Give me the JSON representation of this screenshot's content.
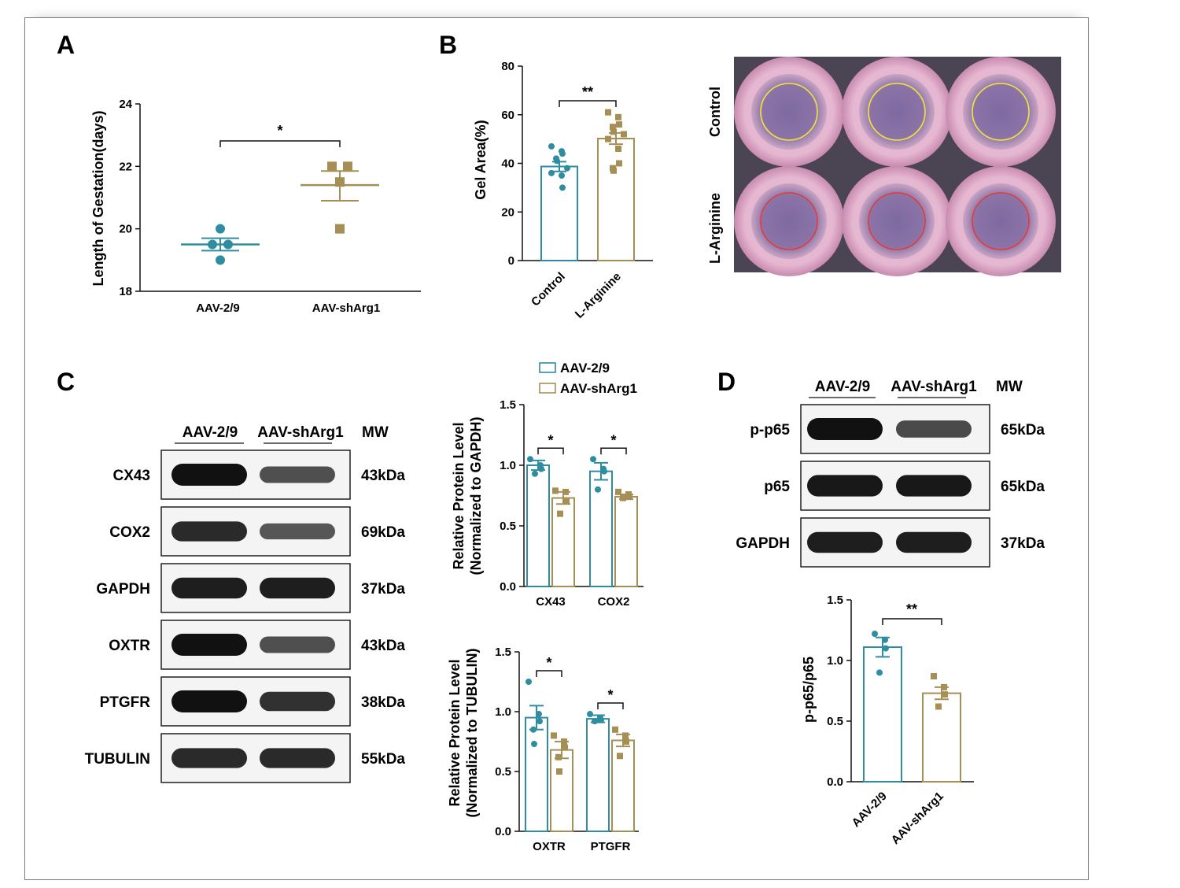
{
  "colors": {
    "teal": "#2e8da0",
    "gold": "#a58f55",
    "teal_fill": "#ffffff",
    "frame": "#7a7a7a"
  },
  "panels": {
    "A": {
      "label": "A",
      "chart_data": {
        "type": "scatter",
        "ylabel": "Length of Gestation(days)",
        "ylim": [
          18,
          24
        ],
        "yticks": [
          "18",
          "20",
          "22",
          "24"
        ],
        "categories": [
          "AAV-2/9",
          "AAV-shArg1"
        ],
        "series": [
          {
            "name": "AAV-2/9",
            "values": [
              20.0,
              19.5,
              19.5,
              19.0
            ],
            "mean": 19.5,
            "sem_low": 19.3,
            "sem_high": 19.7,
            "color": "#2e8da0",
            "marker": "circle"
          },
          {
            "name": "AAV-shArg1",
            "values": [
              22.0,
              22.0,
              21.5,
              20.0
            ],
            "mean": 21.4,
            "sem_low": 20.9,
            "sem_high": 21.85,
            "color": "#a58f55",
            "marker": "square"
          }
        ],
        "significance": "*"
      }
    },
    "B": {
      "label": "B",
      "chart_data": {
        "type": "bar",
        "ylabel": "Gel Area(%)",
        "ylim": [
          0,
          80
        ],
        "yticks": [
          "0",
          "20",
          "40",
          "60",
          "80"
        ],
        "categories": [
          "Control",
          "L-Arginine"
        ],
        "values": [
          38.7,
          50.2
        ],
        "sem": [
          2.0,
          2.3
        ],
        "points": [
          [
            47,
            45,
            44,
            42,
            41,
            38,
            36,
            35,
            30
          ],
          [
            61,
            59,
            56,
            55,
            53,
            52,
            50,
            46,
            40,
            38,
            37
          ]
        ],
        "colors": [
          "#2e8da0",
          "#a58f55"
        ],
        "significance": "**"
      },
      "photo": {
        "row_labels": [
          "Control",
          "L-Arginine"
        ],
        "ring_colors": [
          "#f2e33a",
          "#e03a3a"
        ]
      }
    },
    "C": {
      "label": "C",
      "western": {
        "lanes": [
          "AAV-2/9",
          "AAV-shArg1"
        ],
        "mw_header": "MW",
        "rows": [
          {
            "name": "CX43",
            "mw": "43kDa"
          },
          {
            "name": "COX2",
            "mw": "69kDa"
          },
          {
            "name": "GAPDH",
            "mw": "37kDa"
          },
          {
            "name": "OXTR",
            "mw": "43kDa"
          },
          {
            "name": "PTGFR",
            "mw": "38kDa"
          },
          {
            "name": "TUBULIN",
            "mw": "55kDa"
          }
        ]
      },
      "legend": [
        "AAV-2/9",
        "AAV-shArg1"
      ],
      "chart_data": [
        {
          "type": "bar",
          "ylabel": [
            "Relative Protein Level",
            "(Normalized to GAPDH)"
          ],
          "ylim": [
            0,
            1.5
          ],
          "yticks": [
            "0.0",
            "0.5",
            "1.0",
            "1.5"
          ],
          "categories": [
            "CX43",
            "COX2"
          ],
          "series": [
            {
              "name": "AAV-2/9",
              "values": [
                1.0,
                0.95
              ],
              "sem": [
                0.04,
                0.07
              ],
              "points": [
                [
                  1.05,
                  1.0,
                  0.97,
                  0.93
                ],
                [
                  1.05,
                  0.97,
                  0.95,
                  0.8
                ]
              ]
            },
            {
              "name": "AAV-shArg1",
              "values": [
                0.73,
                0.74
              ],
              "sem": [
                0.05,
                0.02
              ],
              "points": [
                [
                  0.79,
                  0.78,
                  0.71,
                  0.6
                ],
                [
                  0.78,
                  0.76,
                  0.74,
                  0.73
                ]
              ]
            }
          ],
          "significance": [
            "*",
            "*"
          ]
        },
        {
          "type": "bar",
          "ylabel": [
            "Relative Protein Level",
            "(Normalized to TUBULIN)"
          ],
          "ylim": [
            0,
            1.5
          ],
          "yticks": [
            "0.0",
            "0.5",
            "1.0",
            "1.5"
          ],
          "categories": [
            "OXTR",
            "PTGFR"
          ],
          "series": [
            {
              "name": "AAV-2/9",
              "values": [
                0.95,
                0.94
              ],
              "sem": [
                0.1,
                0.03
              ],
              "points": [
                [
                  1.25,
                  0.98,
                  0.92,
                  0.85,
                  0.73
                ],
                [
                  0.98,
                  0.95,
                  0.93,
                  0.92
                ]
              ]
            },
            {
              "name": "AAV-shArg1",
              "values": [
                0.68,
                0.76
              ],
              "sem": [
                0.07,
                0.05
              ],
              "points": [
                [
                  0.8,
                  0.75,
                  0.7,
                  0.62,
                  0.5
                ],
                [
                  0.85,
                  0.8,
                  0.75,
                  0.63
                ]
              ]
            }
          ],
          "significance": [
            "*",
            "*"
          ]
        }
      ]
    },
    "D": {
      "label": "D",
      "western": {
        "lanes": [
          "AAV-2/9",
          "AAV-shArg1"
        ],
        "mw_header": "MW",
        "rows": [
          {
            "name": "p-p65",
            "mw": "65kDa"
          },
          {
            "name": "p65",
            "mw": "65kDa"
          },
          {
            "name": "GAPDH",
            "mw": "37kDa"
          }
        ]
      },
      "chart_data": {
        "type": "bar",
        "ylabel": "p-p65/p65",
        "ylim": [
          0,
          1.5
        ],
        "yticks": [
          "0.0",
          "0.5",
          "1.0",
          "1.5"
        ],
        "categories": [
          "AAV-2/9",
          "AAV-shArg1"
        ],
        "values": [
          1.11,
          0.73
        ],
        "sem": [
          0.08,
          0.05
        ],
        "points": [
          [
            1.22,
            1.17,
            1.1,
            0.9
          ],
          [
            0.87,
            0.78,
            0.72,
            0.62
          ]
        ],
        "colors": [
          "#2e8da0",
          "#a58f55"
        ],
        "significance": "**"
      }
    }
  }
}
